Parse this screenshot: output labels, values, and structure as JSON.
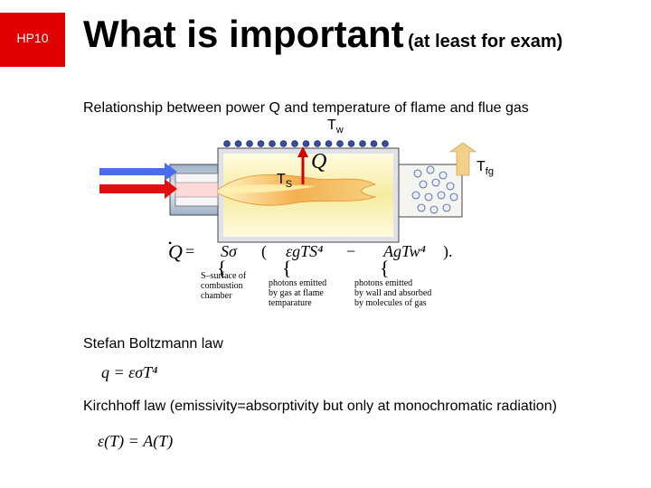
{
  "slide": {
    "tag": "HP10",
    "title": "What is important",
    "title_sub": "(at least for exam)",
    "relationship_text": "Relationship between power Q and temperature of flame and flue gas",
    "stefan_text": "Stefan Boltzmann law",
    "kirchhoff_text": "Kirchhoff law (emissivity=absorptivity but only at monochromatic radiation)"
  },
  "diagram": {
    "label_tw": "T",
    "label_tw_sub": "w",
    "label_ts": "T",
    "label_ts_sub": "S",
    "label_tfg": "T",
    "label_tfg_sub": "fg",
    "label_q": "Q"
  },
  "equation": {
    "q_dot": "Q",
    "equals": "=",
    "s_sigma": "Sσ",
    "open_paren": "(",
    "term1": "εgTS⁴",
    "minus": "−",
    "term2": "AgTw⁴",
    "close_paren": ").",
    "note_s_1": "S–surface of",
    "note_s_2": "combustion",
    "note_s_3": "chamber",
    "note_gas_1": "photons emitted",
    "note_gas_2": "by gas at flame",
    "note_gas_3": "temparature",
    "note_wall_1": "photons emitted",
    "note_wall_2": "by wall and absorbed",
    "note_wall_3": "by molecules of gas"
  },
  "formulas": {
    "stefan": "q = εσT⁴",
    "kirchhoff": "ε(T) = A(T)"
  },
  "colors": {
    "tag": "#e00000",
    "arrow_blue": "#4a6cf0",
    "arrow_red": "#e01010",
    "wall_dots": "#3a4f9c",
    "chamber_fill": "#f6efb0",
    "flame": "#f0a040"
  }
}
